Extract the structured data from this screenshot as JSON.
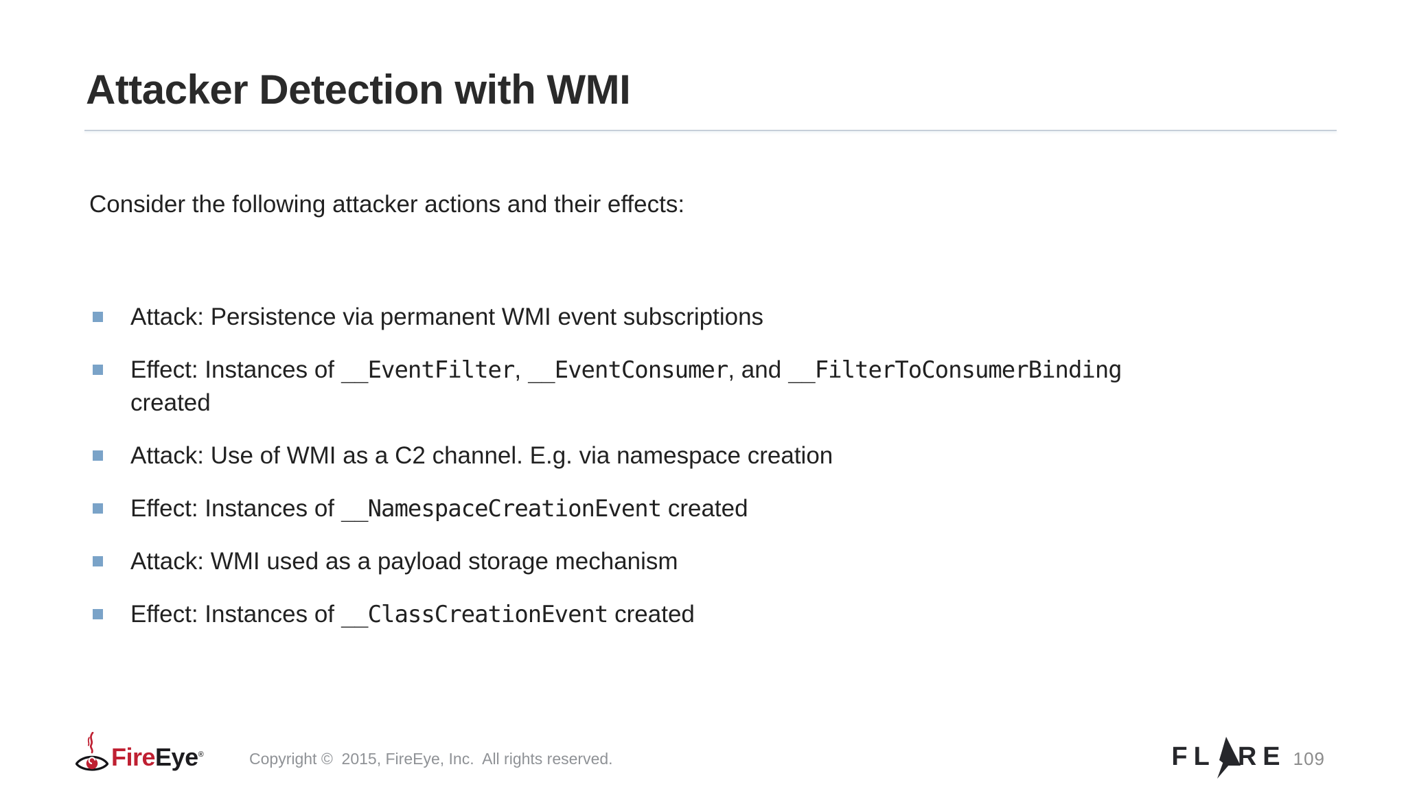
{
  "slide": {
    "title": "Attacker Detection with WMI",
    "intro": "Consider the following attacker actions and their effects:",
    "bullets": [
      {
        "segments": [
          {
            "text": "Attack: Persistence via permanent WMI event subscriptions",
            "mono": false
          }
        ]
      },
      {
        "segments": [
          {
            "text": "Effect: Instances of ",
            "mono": false
          },
          {
            "text": "__EventFilter",
            "mono": true
          },
          {
            "text": ", ",
            "mono": false
          },
          {
            "text": "__EventConsumer",
            "mono": true
          },
          {
            "text": ", and ",
            "mono": false
          },
          {
            "text": "__FilterToConsumerBinding",
            "mono": true
          },
          {
            "text": " created",
            "mono": false
          }
        ]
      },
      {
        "segments": [
          {
            "text": "Attack: Use of WMI as a C2 channel. E.g. via namespace creation",
            "mono": false
          }
        ]
      },
      {
        "segments": [
          {
            "text": "Effect: Instances of ",
            "mono": false
          },
          {
            "text": "__NamespaceCreationEvent",
            "mono": true
          },
          {
            "text": " created",
            "mono": false
          }
        ]
      },
      {
        "segments": [
          {
            "text": "Attack: WMI used as a payload storage mechanism",
            "mono": false
          }
        ]
      },
      {
        "segments": [
          {
            "text": "Effect: Instances of ",
            "mono": false
          },
          {
            "text": "__ClassCreationEvent",
            "mono": true
          },
          {
            "text": " created",
            "mono": false
          }
        ]
      }
    ],
    "footer": {
      "fireeye": {
        "fire": "Fire",
        "eye": "Eye",
        "trademark": "®"
      },
      "copyright": "Copyright ©  2015, FireEye, Inc.  All rights reserved.",
      "flare": {
        "left": "FL",
        "right": "RE"
      },
      "page_number": "109"
    },
    "icons": {
      "fireeye_icon": "eye-with-flame-icon",
      "flare_bolt": "lightning-bolt-icon"
    },
    "colors": {
      "bullet": "#7aa3c8",
      "accent_red": "#bf2032",
      "text": "#242424",
      "muted": "#8f9296",
      "rule": "#c6cfd9"
    }
  }
}
